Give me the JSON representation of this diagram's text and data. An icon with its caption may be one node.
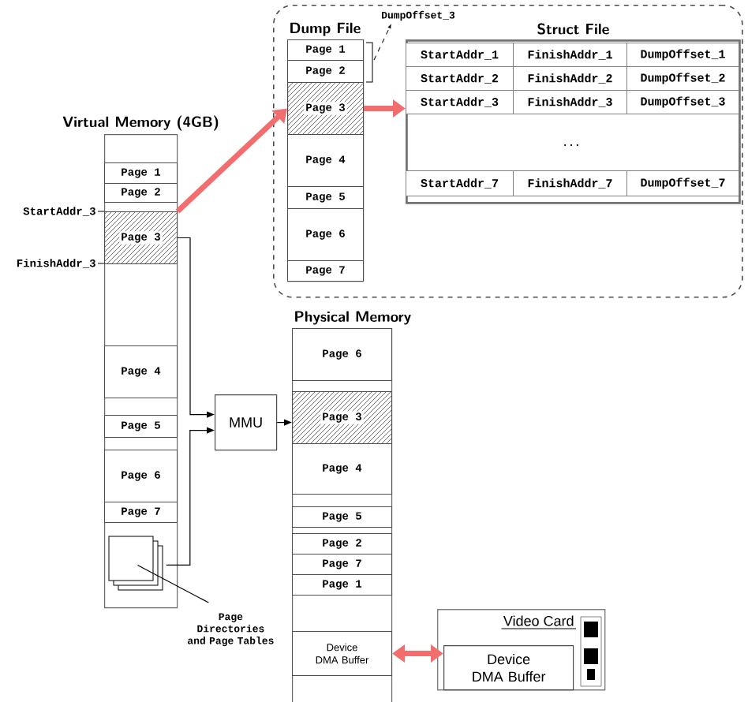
{
  "diagram": {
    "nodes": [
      {
        "text": [],
        "shape": "box"
      },
      {
        "text": [
          "Dump File"
        ],
        "in": 0
      },
      {
        "text": [
          "Page 1"
        ],
        "in": 1
      },
      {
        "text": [
          "Page 2"
        ],
        "in": 1
      },
      {
        "text": [
          "Page 3"
        ],
        "in": 1
      },
      {
        "text": [
          "Page 4"
        ],
        "in": 1
      },
      {
        "text": [
          "Page 5"
        ],
        "in": 1
      },
      {
        "text": [
          "Page 6"
        ],
        "in": 1
      },
      {
        "text": [
          "Page 7"
        ],
        "in": 1
      },
      {
        "text": [
          "Struct File"
        ],
        "in": 0
      },
      {
        "text": [
          "Virtual Memory (4GB)"
        ]
      },
      {
        "text": [
          "Page 1"
        ],
        "in": 10
      },
      {
        "text": [
          "Page 2"
        ],
        "in": 10
      },
      {
        "text": [
          "Page 3"
        ],
        "in": 10
      },
      {
        "text": [
          "Page 4"
        ],
        "in": 10
      },
      {
        "text": [
          "Page 5"
        ],
        "in": 10
      },
      {
        "text": [
          "Page 6"
        ],
        "in": 10
      },
      {
        "text": [
          "Page 7"
        ],
        "in": 10
      },
      {
        "text": [],
        "shape": "box",
        "in": 10
      },
      {
        "text": [
          "MMU"
        ]
      },
      {
        "text": [
          "Physical Memory"
        ]
      },
      {
        "text": [
          "Page 6"
        ],
        "in": 20
      },
      {
        "text": [
          "Page 3"
        ],
        "in": 20
      },
      {
        "text": [
          "Page 4"
        ],
        "in": 20
      },
      {
        "text": [
          "Page 5"
        ],
        "in": 20
      },
      {
        "text": [
          "Page 2"
        ],
        "in": 20
      },
      {
        "text": [
          "Page 7"
        ],
        "in": 20
      },
      {
        "text": [
          "Page 1"
        ],
        "in": 20
      },
      {
        "text": [
          "Device DMA Buffer"
        ],
        "in": 20
      },
      {
        "text": [
          "Page Directories and Page Tables"
        ]
      },
      {
        "text": [
          "Video Card"
        ]
      },
      {
        "text": [
          "Device DMA Buffer"
        ],
        "in": 30
      }
    ],
    "edges": [
      {
        "from": 13,
        "to": 4,
        "arrow": "to",
        "style": "thick",
        "color": "#f26d6d"
      },
      {
        "from": 4,
        "to": 9,
        "arrow": "to",
        "style": "thick",
        "color": "#f26d6d"
      },
      {
        "from": 13,
        "to": 19,
        "arrow": "to"
      },
      {
        "from": 18,
        "to": 19,
        "arrow": "to"
      },
      {
        "from": 19,
        "to": 22,
        "arrow": "to"
      },
      {
        "from": 28,
        "to": 31,
        "arrow": "both",
        "style": "thick",
        "color": "#f26d6d"
      },
      {
        "from": 29,
        "to": 18,
        "arrow": "none"
      }
    ],
    "labels": [
      "DumpOffset_3",
      "StartAddr_1",
      "FinishAddr_1",
      "DumpOffset_1",
      "StartAddr_2",
      "FinishAddr_2",
      "DumpOffset_2",
      "StartAddr_3",
      "FinishAddr_3",
      "DumpOffset_3",
      "...",
      "StartAddr_7",
      "FinishAddr_7",
      "DumpOffset_7",
      "StartAddr_3",
      "FinishAddr_3"
    ]
  }
}
